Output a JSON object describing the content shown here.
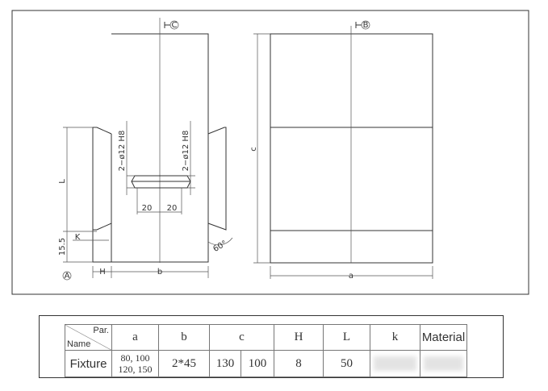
{
  "drawing": {
    "front": {
      "symbol": "C",
      "dims": {
        "L": "L",
        "K": "K",
        "H": "H",
        "b": "b",
        "offset": "15.5",
        "datum": "A",
        "hole_left": "2−ø12 H8",
        "hole_right": "2−ø12 H8",
        "spacing1": "20",
        "spacing2": "20",
        "angle": "60°"
      }
    },
    "side": {
      "symbol": "B",
      "dims": {
        "c": "c",
        "a": "a"
      }
    }
  },
  "table": {
    "corner_top": "Par.",
    "corner_bottom": "Name",
    "headers": [
      "a",
      "b",
      "c",
      "H",
      "L",
      "k",
      "Material"
    ],
    "row": {
      "name": "Fixture",
      "a1": "80, 100",
      "a2": "120, 150",
      "b": "2*45",
      "c1": "130",
      "c2": "100",
      "H": "8",
      "L": "50"
    }
  }
}
